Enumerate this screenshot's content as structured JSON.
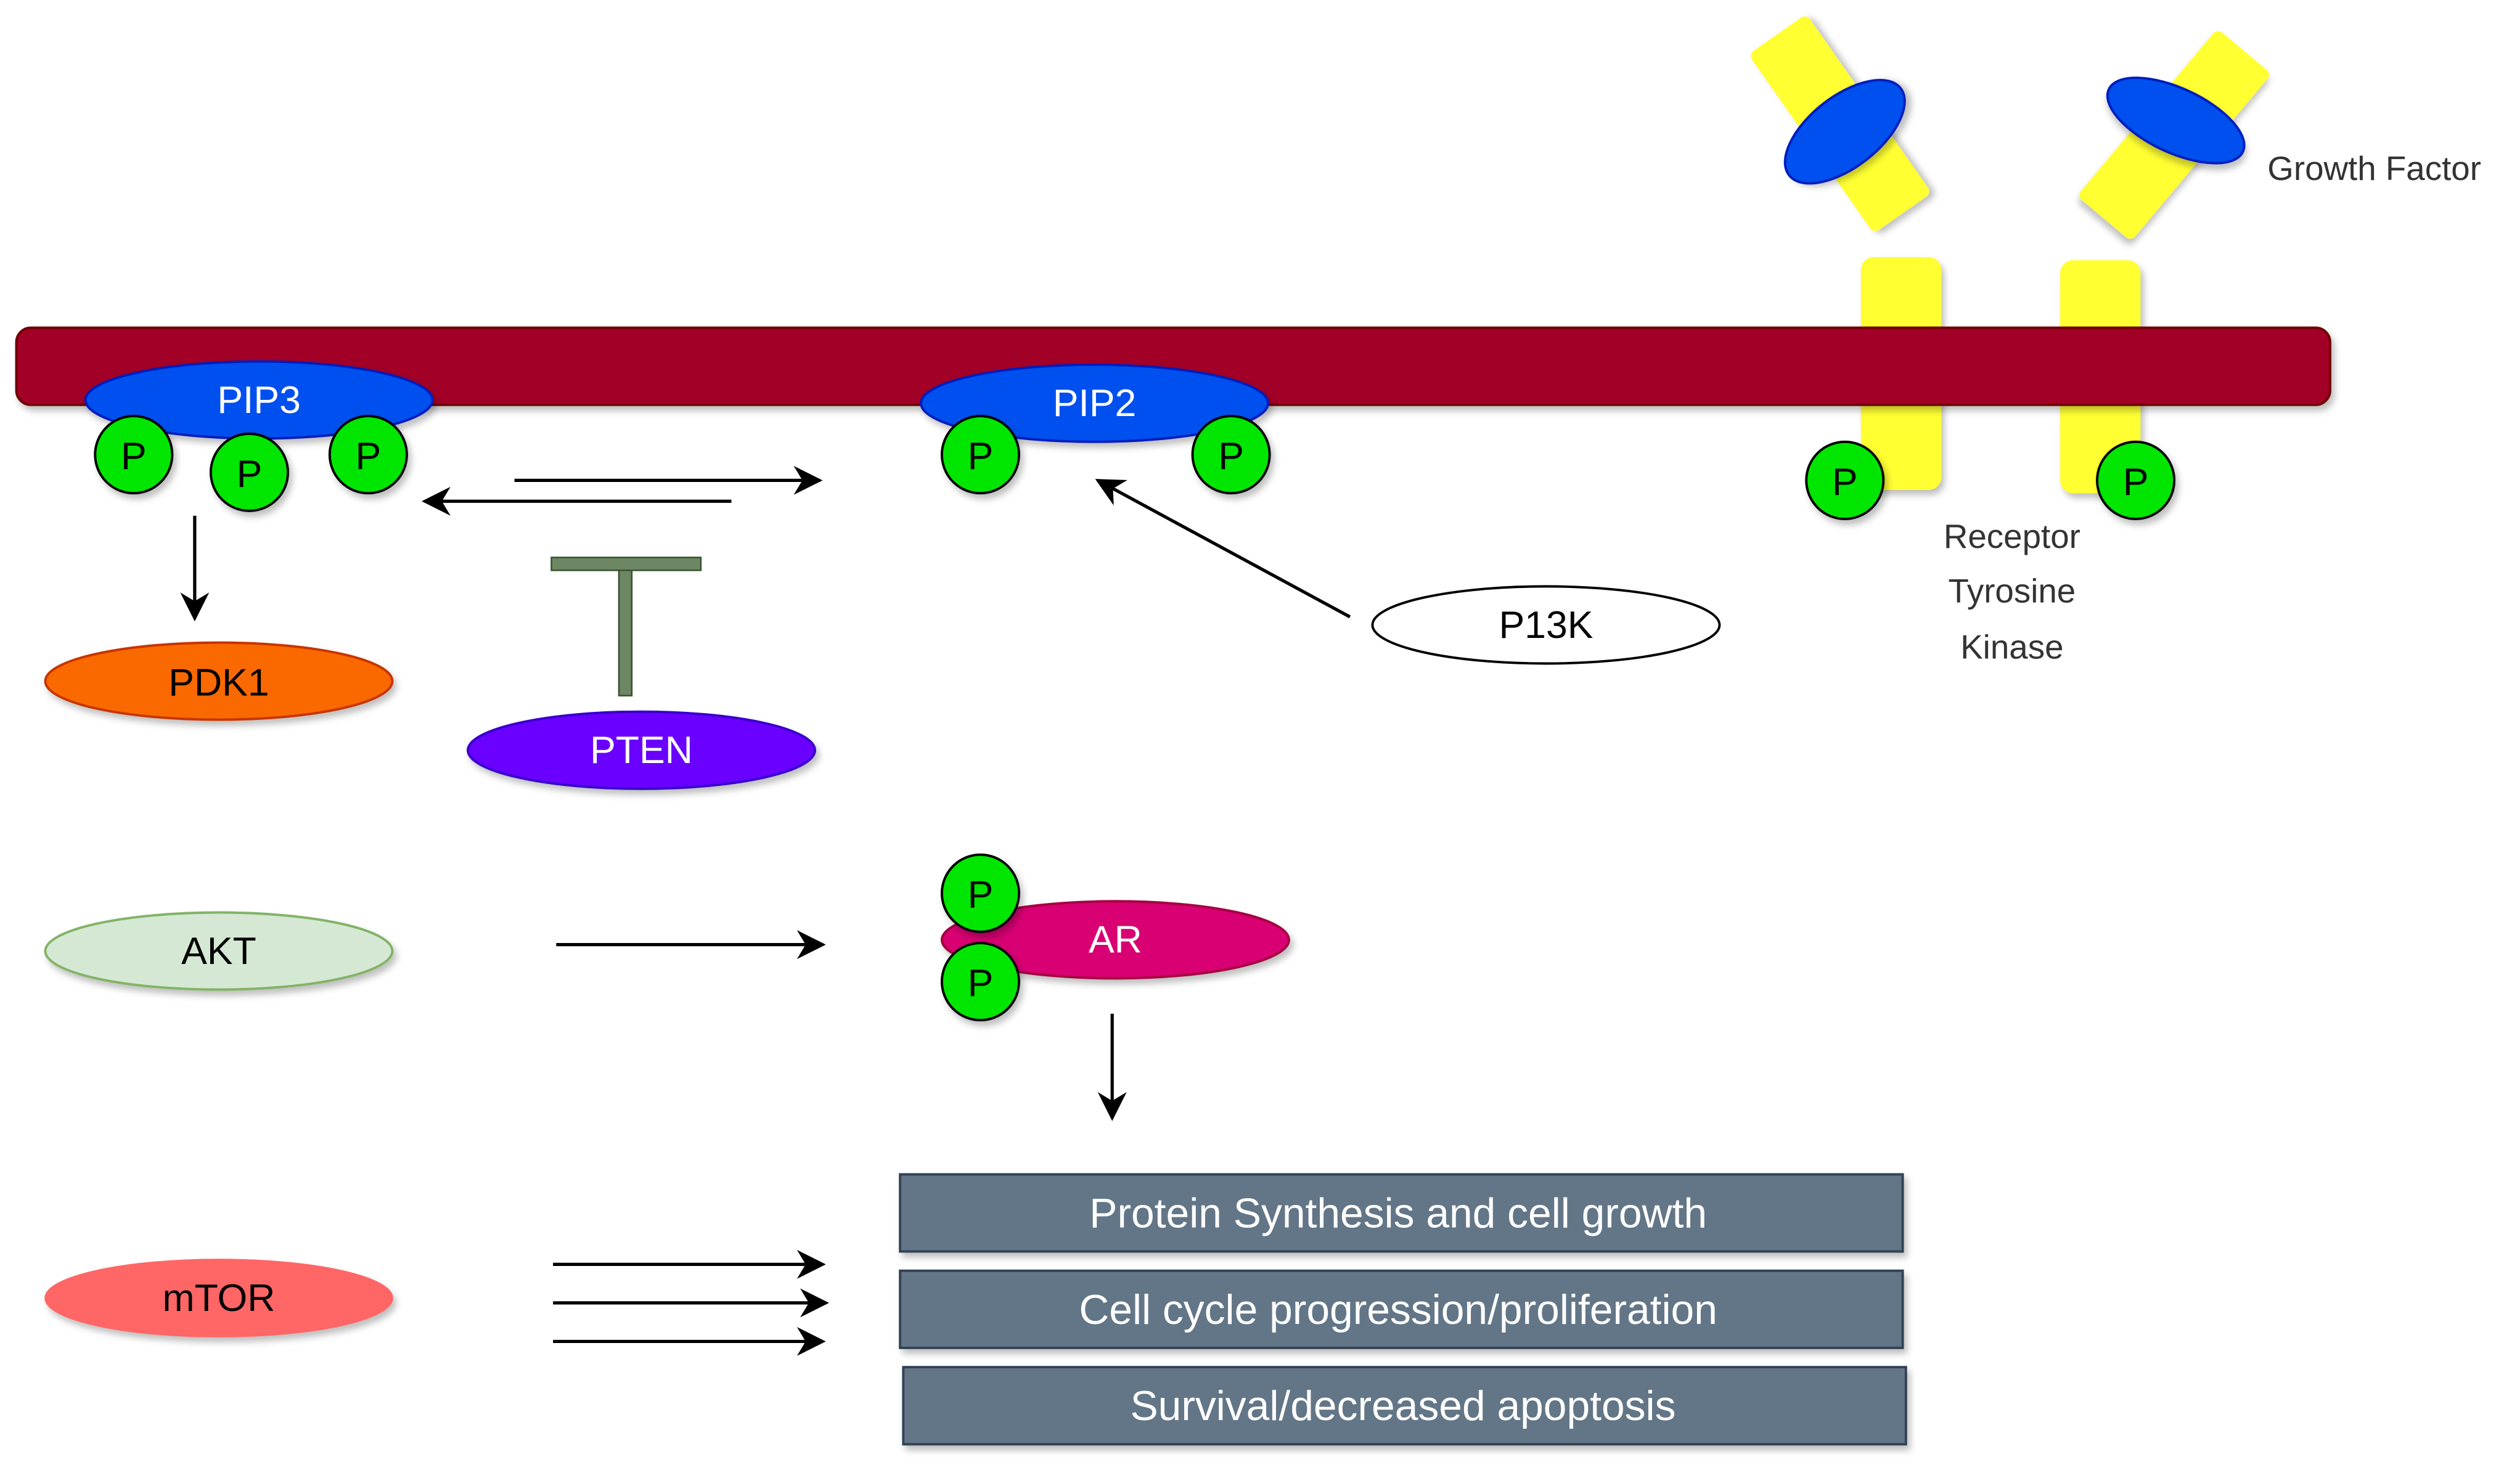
{
  "colors": {
    "membrane": "#A20025",
    "phospho": "#00E600",
    "pip": "#0050EF",
    "pdk1": "#FA6800",
    "pten": "#6A00FF",
    "akt": "#D5E8D4",
    "akt_stroke": "#82B366",
    "mtor": "#FF6666",
    "ar": "#D80073",
    "outcome_box": "#647687",
    "receptor": "#FFFF33",
    "growth_factor": "#0050EF",
    "inhibitor": "#6D8764"
  },
  "labels": {
    "pip3": "PIP3",
    "pip2": "PIP2",
    "pdk1": "PDK1",
    "pten": "PTEN",
    "akt": "AKT",
    "mtor": "mTOR",
    "ar": "AR",
    "p13k": "P13K",
    "growth_factor": "Growth Factor",
    "receptor_line1": "Receptor",
    "receptor_line2": "Tyrosine",
    "receptor_line3": "Kinase",
    "phospho": "P"
  },
  "outcomes": [
    "Protein Synthesis and cell growth",
    "Cell cycle progression/proliferation",
    "Survival/decreased apoptosis"
  ]
}
